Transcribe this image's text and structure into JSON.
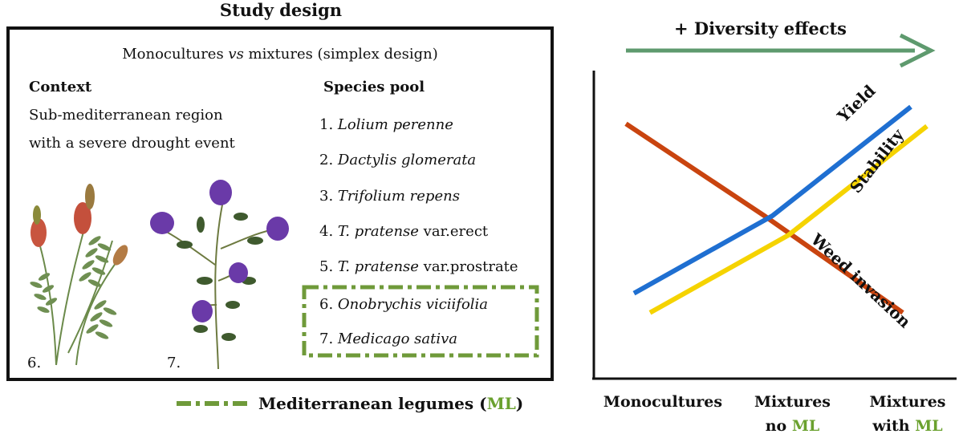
{
  "study_title": "Study design",
  "design": {
    "prefix": "Monocultures ",
    "vs": "vs",
    "suffix": " mixtures (simplex design)"
  },
  "context": {
    "title": "Context",
    "line1": "Sub-mediterranean region",
    "line2": "with a severe drought event"
  },
  "species_pool": {
    "title": "Species pool",
    "items": [
      {
        "num": "1. ",
        "italic": "Lolium perenne",
        "plain": ""
      },
      {
        "num": "2. ",
        "italic": "Dactylis glomerata",
        "plain": ""
      },
      {
        "num": "3. ",
        "italic": "Trifolium repens",
        "plain": ""
      },
      {
        "num": "4. ",
        "italic": "T. pratense",
        "plain": " var.erect"
      },
      {
        "num": "5. ",
        "italic": "T. pratense",
        "plain": " var.prostrate"
      },
      {
        "num": "6. ",
        "italic": "Onobrychis viciifolia",
        "plain": ""
      },
      {
        "num": "7. ",
        "italic": "Medicago sativa",
        "plain": ""
      }
    ]
  },
  "illustrations": {
    "label_6": "6.",
    "label_7": "7."
  },
  "legend": {
    "text": "Mediterranean legumes (",
    "ml": "ML",
    "close": ")"
  },
  "diversity_label": "+ Diversity effects",
  "colors": {
    "yield": "#1f6fd1",
    "stability": "#f5d300",
    "weed": "#c9440f",
    "arrow": "#5e9a6e",
    "ml": "#6aa12e"
  },
  "chart_data": {
    "type": "line",
    "categories": [
      "Monocultures",
      "Mixtures no ML",
      "Mixtures with ML"
    ],
    "x_labels": [
      {
        "line1": "Monocultures",
        "line2": "",
        "ml": ""
      },
      {
        "line1": "Mixtures",
        "line2": "no ",
        "ml": "ML"
      },
      {
        "line1": "Mixtures",
        "line2": "with ",
        "ml": "ML"
      }
    ],
    "series": [
      {
        "name": "Yield",
        "values": [
          0.18,
          0.5,
          0.95
        ]
      },
      {
        "name": "Stability",
        "values": [
          0.1,
          0.42,
          0.87
        ]
      },
      {
        "name": "Weed invasion",
        "values": [
          0.88,
          0.5,
          0.1
        ]
      }
    ],
    "ylim": [
      0,
      1
    ],
    "note": "conceptual diagram, no numeric axis"
  }
}
